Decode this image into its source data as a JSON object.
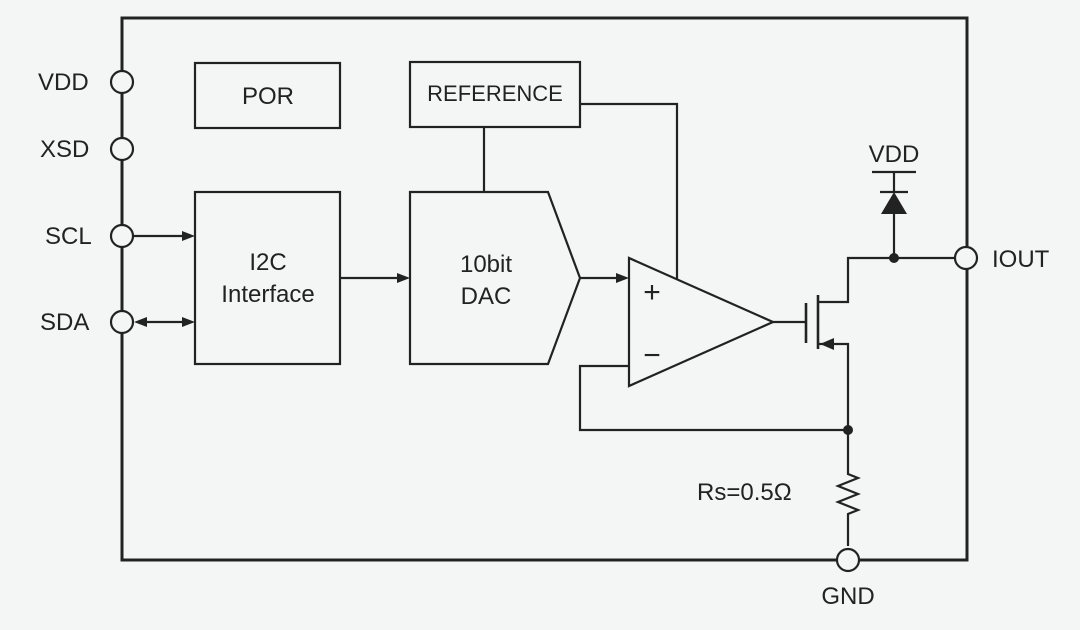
{
  "pins": {
    "vdd": "VDD",
    "xsd": "XSD",
    "scl": "SCL",
    "sda": "SDA",
    "iout": "IOUT",
    "gnd": "GND"
  },
  "blocks": {
    "por": "POR",
    "reference": "REFERENCE",
    "i2c_line1": "I2C",
    "i2c_line2": "Interface",
    "dac_line1": "10bit",
    "dac_line2": "DAC"
  },
  "opamp": {
    "plus": "+",
    "minus": "−"
  },
  "diode_supply": "VDD",
  "resistor_label": "Rs=0.5Ω"
}
